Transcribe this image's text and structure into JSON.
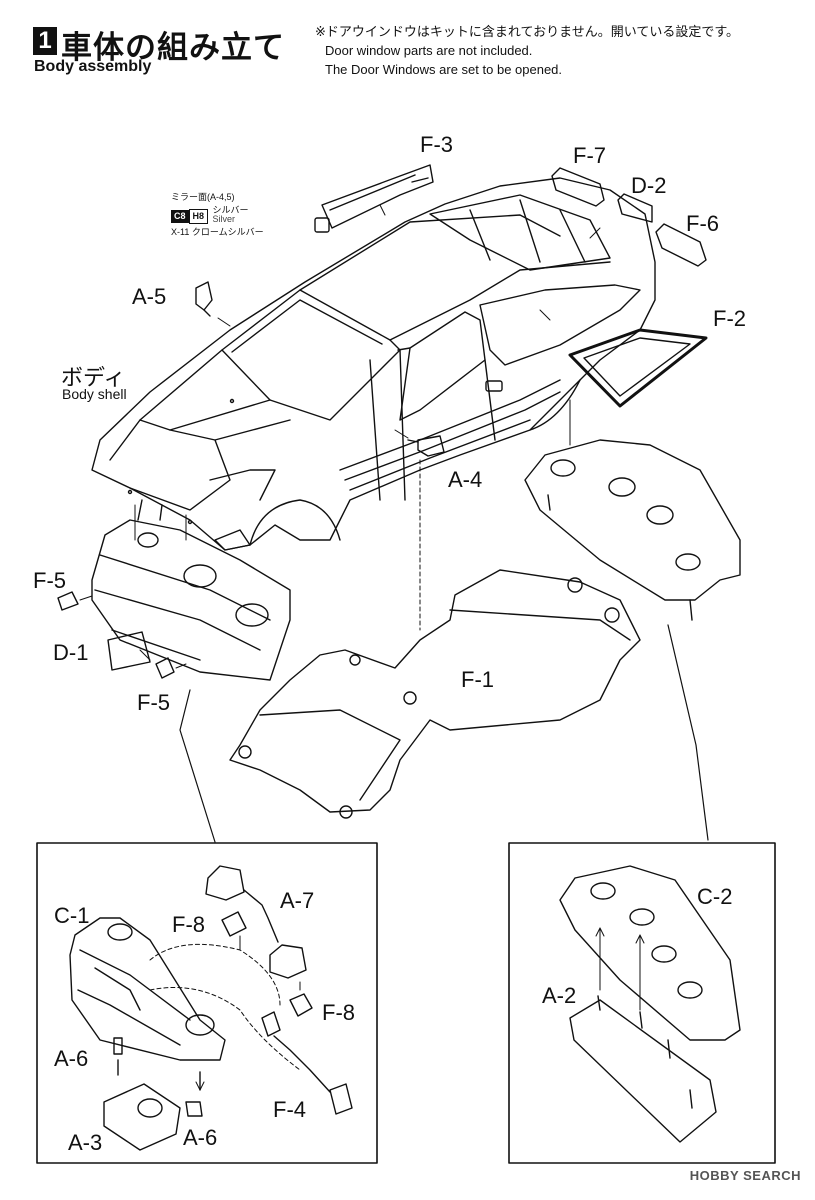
{
  "header": {
    "step_number": "1",
    "title_ja": "車体の組み立て",
    "title_en": "Body assembly",
    "note_ja": "※ドアウインドウはキットに含まれておりません。開いている設定です。",
    "note_en_1": "Door window parts are not included.",
    "note_en_2": "The Door Windows are set to be opened."
  },
  "paint_callout": {
    "title": "ミラー面(A-4,5)",
    "code_1": "C8",
    "code_2": "H8",
    "color_ja": "シルバー",
    "color_en": "Silver",
    "alt_line": "X-11 クロームシルバー"
  },
  "body": {
    "label_ja": "ボディ",
    "label_en": "Body shell"
  },
  "parts": {
    "f3": "F-3",
    "f7": "F-7",
    "d2": "D-2",
    "f6": "F-6",
    "a5": "A-5",
    "f2": "F-2",
    "a4": "A-4",
    "f5_top": "F-5",
    "d1": "D-1",
    "f5_bottom": "F-5",
    "f1": "F-1"
  },
  "detail_front": {
    "c1": "C-1",
    "f8_top": "F-8",
    "a7": "A-7",
    "f8_bottom": "F-8",
    "a6_left": "A-6",
    "f4": "F-4",
    "a3": "A-3",
    "a6_bottom": "A-6"
  },
  "detail_rear": {
    "c2": "C-2",
    "a2": "A-2"
  },
  "watermark": "HOBBY SEARCH"
}
